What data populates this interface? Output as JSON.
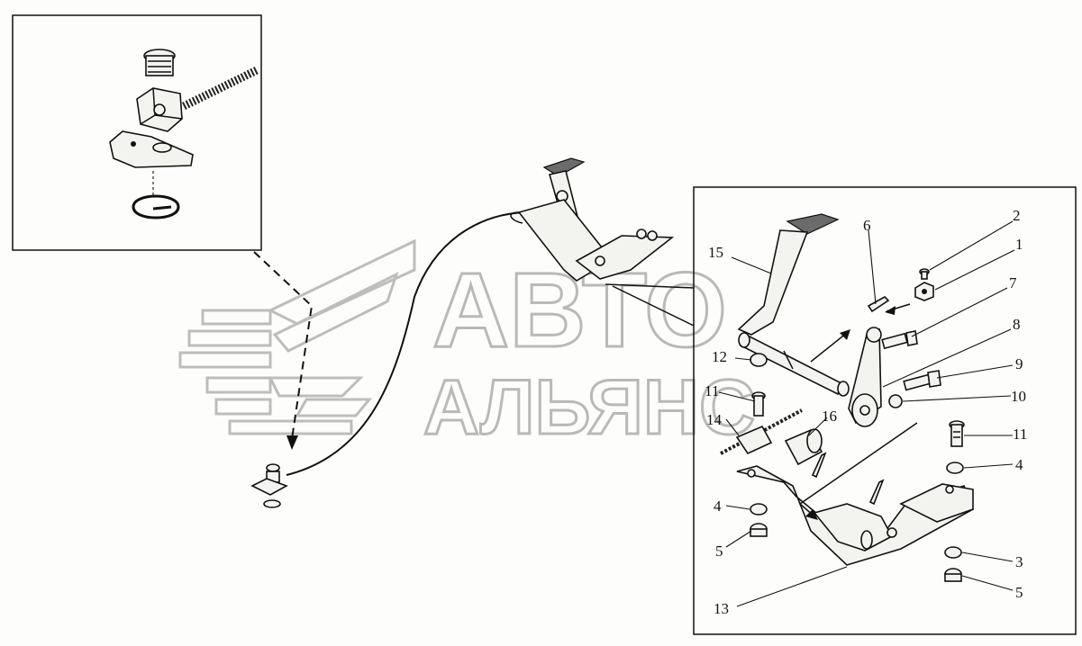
{
  "watermark": {
    "line1": "АВТО",
    "line2": "АЛЬЯНС"
  },
  "callouts": [
    {
      "id": "c2",
      "text": "2"
    },
    {
      "id": "c1",
      "text": "1"
    },
    {
      "id": "c6",
      "text": "6"
    },
    {
      "id": "c7",
      "text": "7"
    },
    {
      "id": "c15",
      "text": "15"
    },
    {
      "id": "c8",
      "text": "8"
    },
    {
      "id": "c9",
      "text": "9"
    },
    {
      "id": "c12",
      "text": "12"
    },
    {
      "id": "c10",
      "text": "10"
    },
    {
      "id": "c11a",
      "text": "11"
    },
    {
      "id": "c14",
      "text": "14"
    },
    {
      "id": "c16",
      "text": "16"
    },
    {
      "id": "c11b",
      "text": "11"
    },
    {
      "id": "c4a",
      "text": "4"
    },
    {
      "id": "c4b",
      "text": "4"
    },
    {
      "id": "c5a",
      "text": "5"
    },
    {
      "id": "c3",
      "text": "3"
    },
    {
      "id": "c5b",
      "text": "5"
    },
    {
      "id": "c13",
      "text": "13"
    }
  ]
}
